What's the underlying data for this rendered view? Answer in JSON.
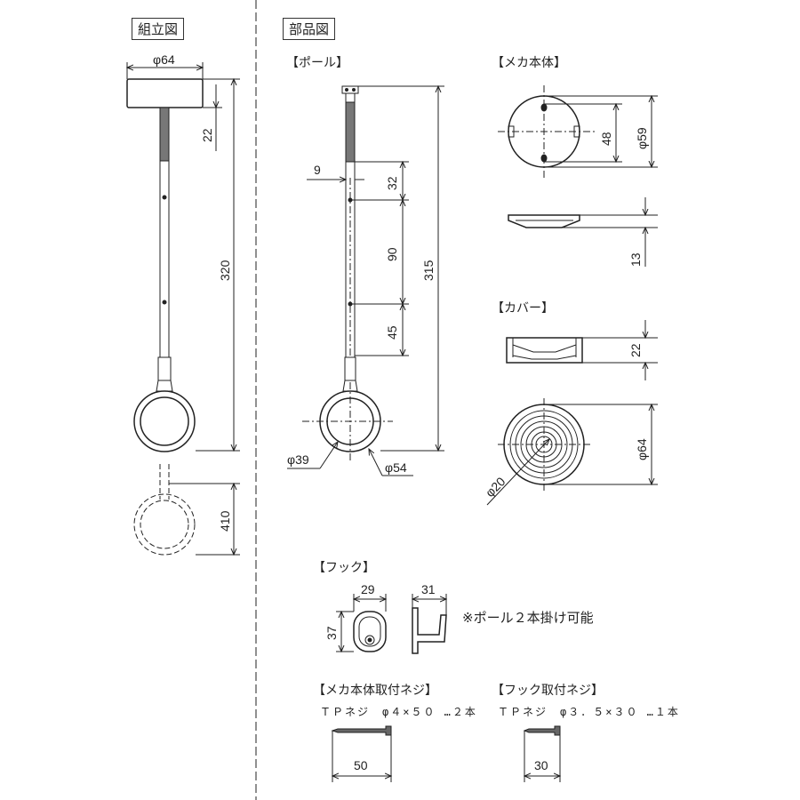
{
  "sections": {
    "assembly": "組立図",
    "parts": "部品図"
  },
  "parts": {
    "pole": "【ポール】",
    "mecha_body": "【メカ本体】",
    "cover": "【カバー】",
    "hook": "【フック】",
    "mecha_screw": "【メカ本体取付ネジ】",
    "hook_screw": "【フック取付ネジ】"
  },
  "specs": {
    "mecha_screw": "ＴＰネジ　φ４×５０ …２本",
    "hook_screw": "ＴＰネジ　φ３．５×３０ …１本"
  },
  "note": "※ポール２本掛け可能",
  "dims": {
    "asm_phi64": "φ64",
    "asm_22": "22",
    "asm_320": "320",
    "asm_410": "410",
    "pole_9": "9",
    "pole_32": "32",
    "pole_90": "90",
    "pole_45": "45",
    "pole_315": "315",
    "pole_phi39": "φ39",
    "pole_phi54": "φ54",
    "body_48": "48",
    "body_phi59": "φ59",
    "body_13": "13",
    "cover_22": "22",
    "cover_phi64": "φ64",
    "cover_phi20": "φ20",
    "hook_29": "29",
    "hook_31": "31",
    "hook_37": "37",
    "screw_50": "50",
    "screw_30": "30"
  }
}
